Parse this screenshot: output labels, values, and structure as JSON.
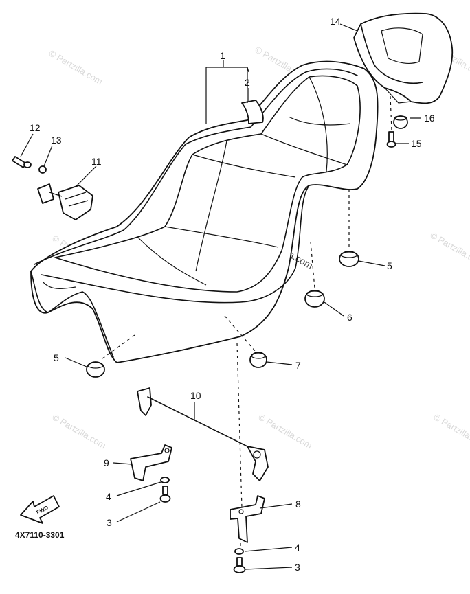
{
  "watermark": "© Partzilla.com",
  "figure_code": "4X7110-3301",
  "fwd_arrow_text": "FWD",
  "callouts": {
    "c1": "1",
    "c2": "2",
    "c3a": "3",
    "c3b": "3",
    "c4a": "4",
    "c4b": "4",
    "c5a": "5",
    "c5b": "5",
    "c6": "6",
    "c7": "7",
    "c8": "8",
    "c9": "9",
    "c10": "10",
    "c11": "11",
    "c12": "12",
    "c13": "13",
    "c14": "14",
    "c15": "15",
    "c16": "16"
  }
}
